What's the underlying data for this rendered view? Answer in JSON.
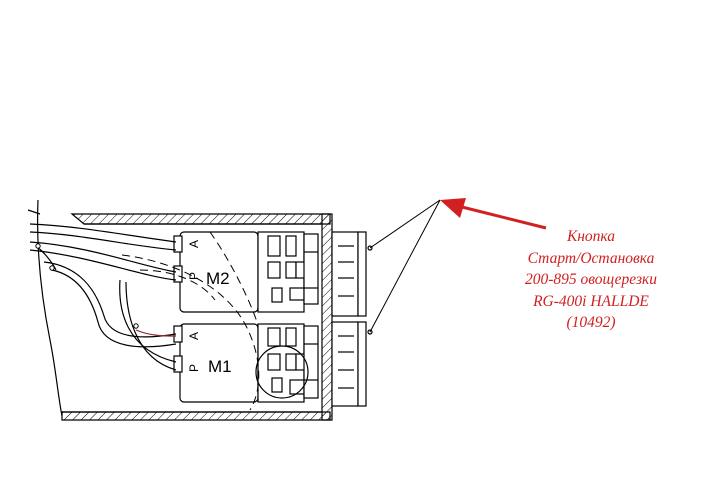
{
  "diagram": {
    "motor_labels": {
      "upper": "M2",
      "lower": "M1"
    },
    "contact_letters": {
      "upper_top": "A",
      "upper_bottom": "P",
      "lower_top": "A",
      "lower_bottom": "P"
    },
    "colors": {
      "line": "#000000",
      "callout": "#d21f1f",
      "background": "#ffffff"
    }
  },
  "callout": {
    "lines": [
      "Кнопка",
      "Старт/Остановка",
      "200-895 овощерезки",
      "RG-400i HALLDE",
      "(10492)"
    ]
  }
}
